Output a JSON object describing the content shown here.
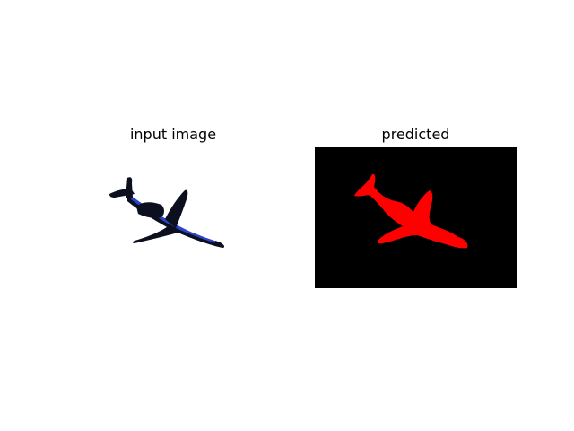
{
  "figure": {
    "panels": [
      {
        "title": "input image",
        "content": "photo of a dark jet airplane silhouette on a white background"
      },
      {
        "title": "predicted",
        "content": "segmentation mask: red airplane shape on black background"
      }
    ],
    "colors": {
      "background": "#ffffff",
      "mask_foreground": "#ff0000",
      "mask_background": "#000000",
      "plane_body": "#0b0f1e",
      "plane_accent": "#2a45c8"
    }
  }
}
